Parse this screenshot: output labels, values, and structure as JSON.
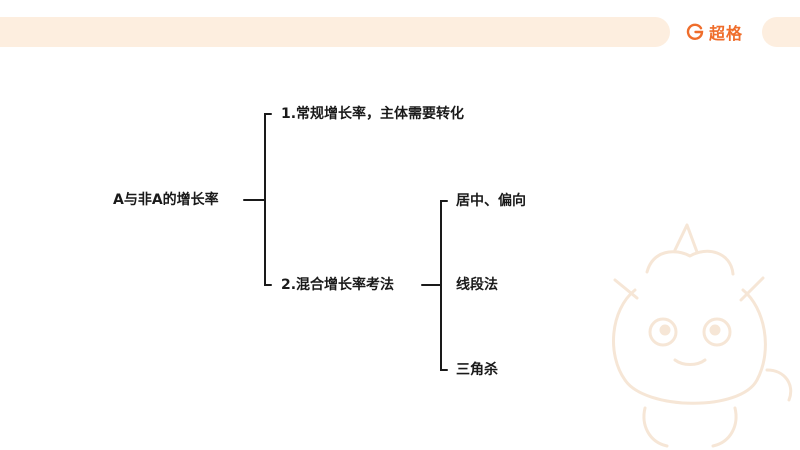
{
  "brand": {
    "name": "超格",
    "accent": "#ef6d2b",
    "bar_color": "#fdeedf"
  },
  "diagram": {
    "root": "A与非A的增长率",
    "branch1": "1.常规增长率，主体需要转化",
    "branch2": "2.混合增长率考法",
    "sub_items": [
      "居中、偏向",
      "线段法",
      "三角杀"
    ]
  }
}
